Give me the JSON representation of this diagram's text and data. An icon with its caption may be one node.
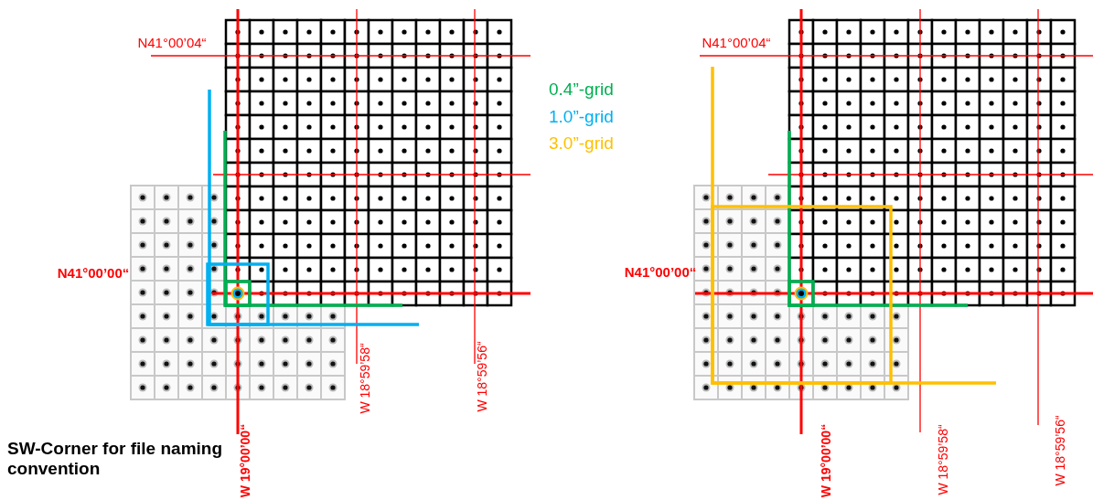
{
  "diagram": {
    "labels": [
      "N41°00’04“",
      "N41°00’04“",
      "N41°00’00“",
      "N41°00’00“",
      "W 18°59’58“",
      "W 18°59’56“",
      "SW-Corner for file naming convention",
      "W 19°00’00“",
      "W 19°00’00“",
      "W 18°59’58“",
      "W 18°59’56“"
    ],
    "legend": [
      {
        "text": "0.4”-grid",
        "color": "#00b050"
      },
      {
        "text": "1.0”-grid",
        "color": "#00b0f0"
      },
      {
        "text": "3.0”-grid",
        "color": "#ffc000"
      }
    ]
  }
}
